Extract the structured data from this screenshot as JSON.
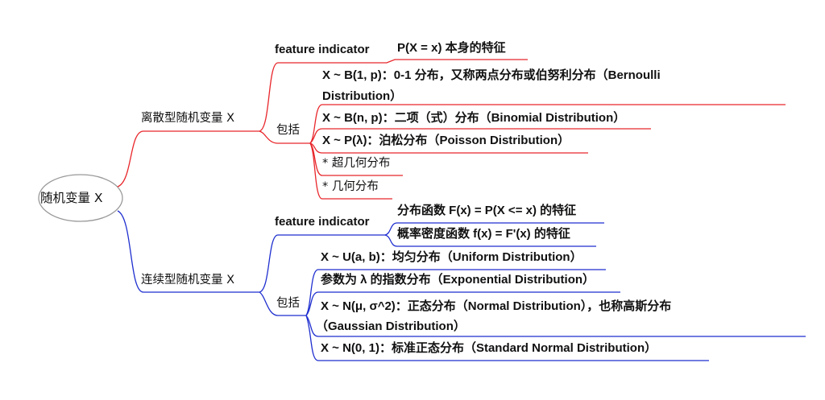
{
  "root": "随机变量 X",
  "colors": {
    "discrete": "#e8262b",
    "continuous": "#1f2fcf",
    "ellipse": "#999999"
  },
  "discrete": {
    "label": "离散型随机变量 X",
    "feature_label": "feature indicator",
    "feature_items": [
      "P(X = x) 本身的特征"
    ],
    "includes_label": "包括",
    "items": [
      {
        "line1": "X ~ B(1, p)：0-1 分布，又称两点分布或伯努利分布（Bernoulli",
        "line2": "Distribution）"
      },
      {
        "line1": "X ~ B(n, p)：二项（式）分布（Binomial Distribution）"
      },
      {
        "line1": "X ~ P(λ)：泊松分布（Poisson Distribution）"
      },
      {
        "line1": "* 超几何分布"
      },
      {
        "line1": "* 几何分布"
      }
    ]
  },
  "continuous": {
    "label": "连续型随机变量 X",
    "feature_label": "feature indicator",
    "feature_items": [
      "分布函数 F(x) = P(X <= x) 的特征",
      "概率密度函数 f(x) = F'(x) 的特征"
    ],
    "includes_label": "包括",
    "items": [
      {
        "line1": "X ~ U(a, b)：均匀分布（Uniform Distribution）"
      },
      {
        "line1": "参数为 λ 的指数分布（Exponential Distribution）"
      },
      {
        "line1": "X ~ N(μ, σ^2)：正态分布（Normal Distribution），也称高斯分布",
        "line2": "（Gaussian Distribution）"
      },
      {
        "line1": "X ~ N(0, 1)：标准正态分布（Standard Normal Distribution）"
      }
    ]
  }
}
